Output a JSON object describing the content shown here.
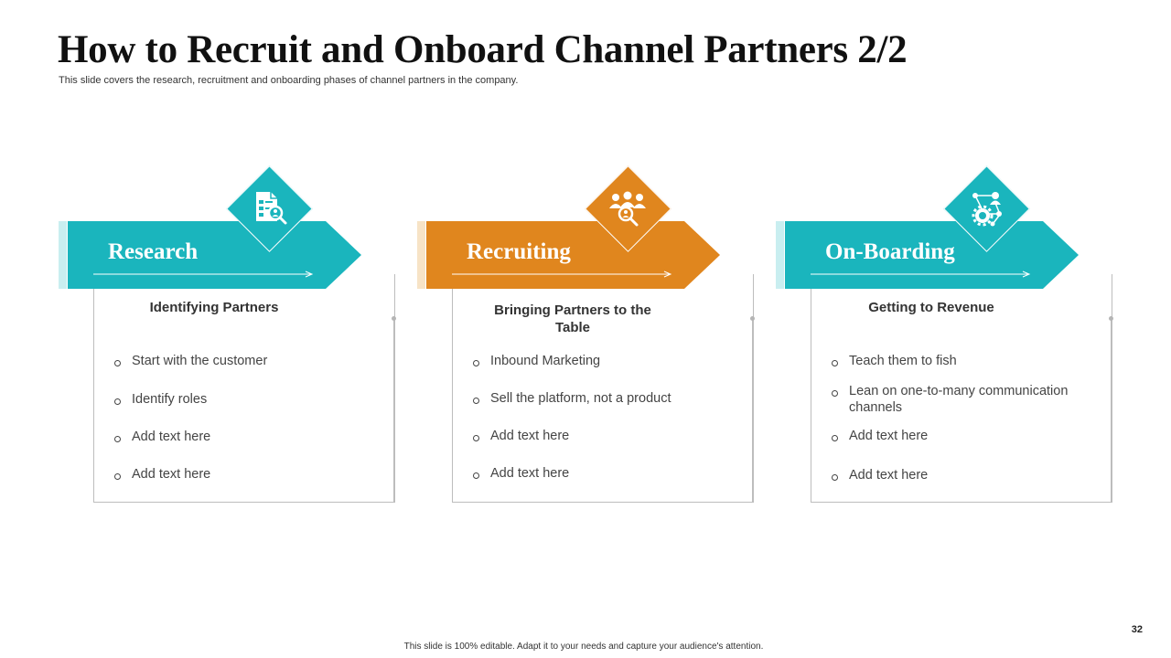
{
  "slide": {
    "title": "How to Recruit and Onboard Channel Partners 2/2",
    "subtitle": "This slide covers the research, recruitment and onboarding phases of channel partners in the company.",
    "page_number": "32",
    "footer": "This slide is 100% editable. Adapt it to your needs and capture your audience's attention."
  },
  "colors": {
    "teal": "#1ab5bd",
    "orange": "#e0861e"
  },
  "phases": [
    {
      "label": "Research",
      "icon": "document-search-icon",
      "heading": "Identifying Partners",
      "items": [
        "Start with the customer",
        "Identify roles",
        "Add text here",
        "Add text here"
      ]
    },
    {
      "label": "Recruiting",
      "icon": "people-search-icon",
      "heading": "Bringing Partners to the Table",
      "items": [
        "Inbound Marketing",
        "Sell the platform, not a product",
        "Add text here",
        "Add text here"
      ]
    },
    {
      "label": "On-Boarding",
      "icon": "network-gear-icon",
      "heading": "Getting to Revenue",
      "items": [
        "Teach them to fish",
        "Lean on one-to-many communication channels",
        "Add text here",
        "Add text here"
      ]
    }
  ]
}
